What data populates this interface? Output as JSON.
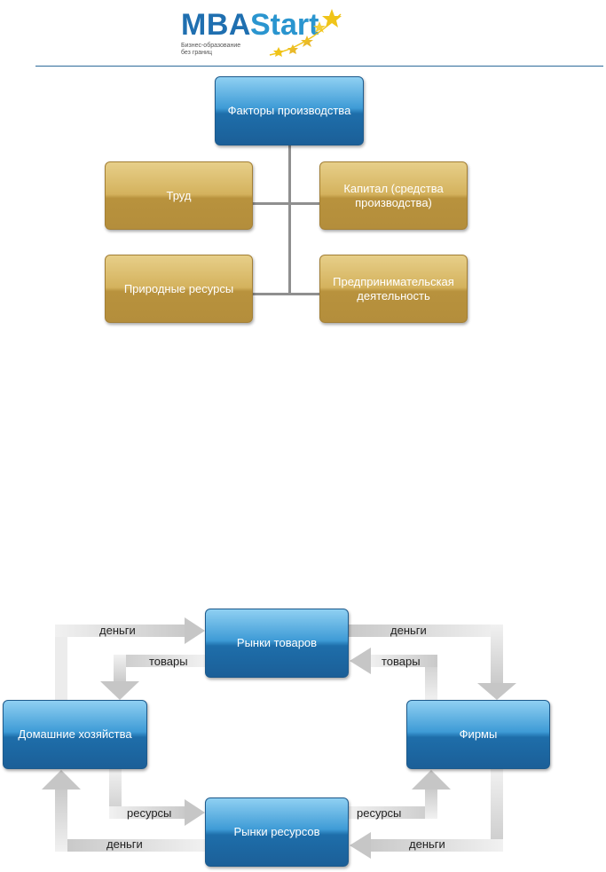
{
  "header": {
    "logo_main": "MBA",
    "logo_accent": "Start",
    "logo_tagline_1": "Бизнес-образование",
    "logo_tagline_2": "без границ"
  },
  "factors_chart": {
    "root": "Факторы производства",
    "labor": "Труд",
    "capital": "Капитал (средства производства)",
    "natural_resources": "Природные ресурсы",
    "entrepreneurship": "Предпринимательская деятельность"
  },
  "circular_flow": {
    "goods_market": "Рынки товаров",
    "households": "Домашние хозяйства",
    "firms": "Фирмы",
    "resource_market": "Рынки ресурсов",
    "labels": {
      "money_top_left": "деньги",
      "goods_top_left": "товары",
      "money_top_right": "деньги",
      "goods_top_right": "товары",
      "resources_bottom_left": "ресурсы",
      "money_bottom_left": "деньги",
      "resources_bottom_right": "ресурсы",
      "money_bottom_right": "деньги"
    }
  },
  "colors": {
    "box_blue": "#1e6eaa",
    "box_gold": "#c9a24c",
    "arrow_gray": "#d9d9d9",
    "rule": "#2d6b9a"
  }
}
